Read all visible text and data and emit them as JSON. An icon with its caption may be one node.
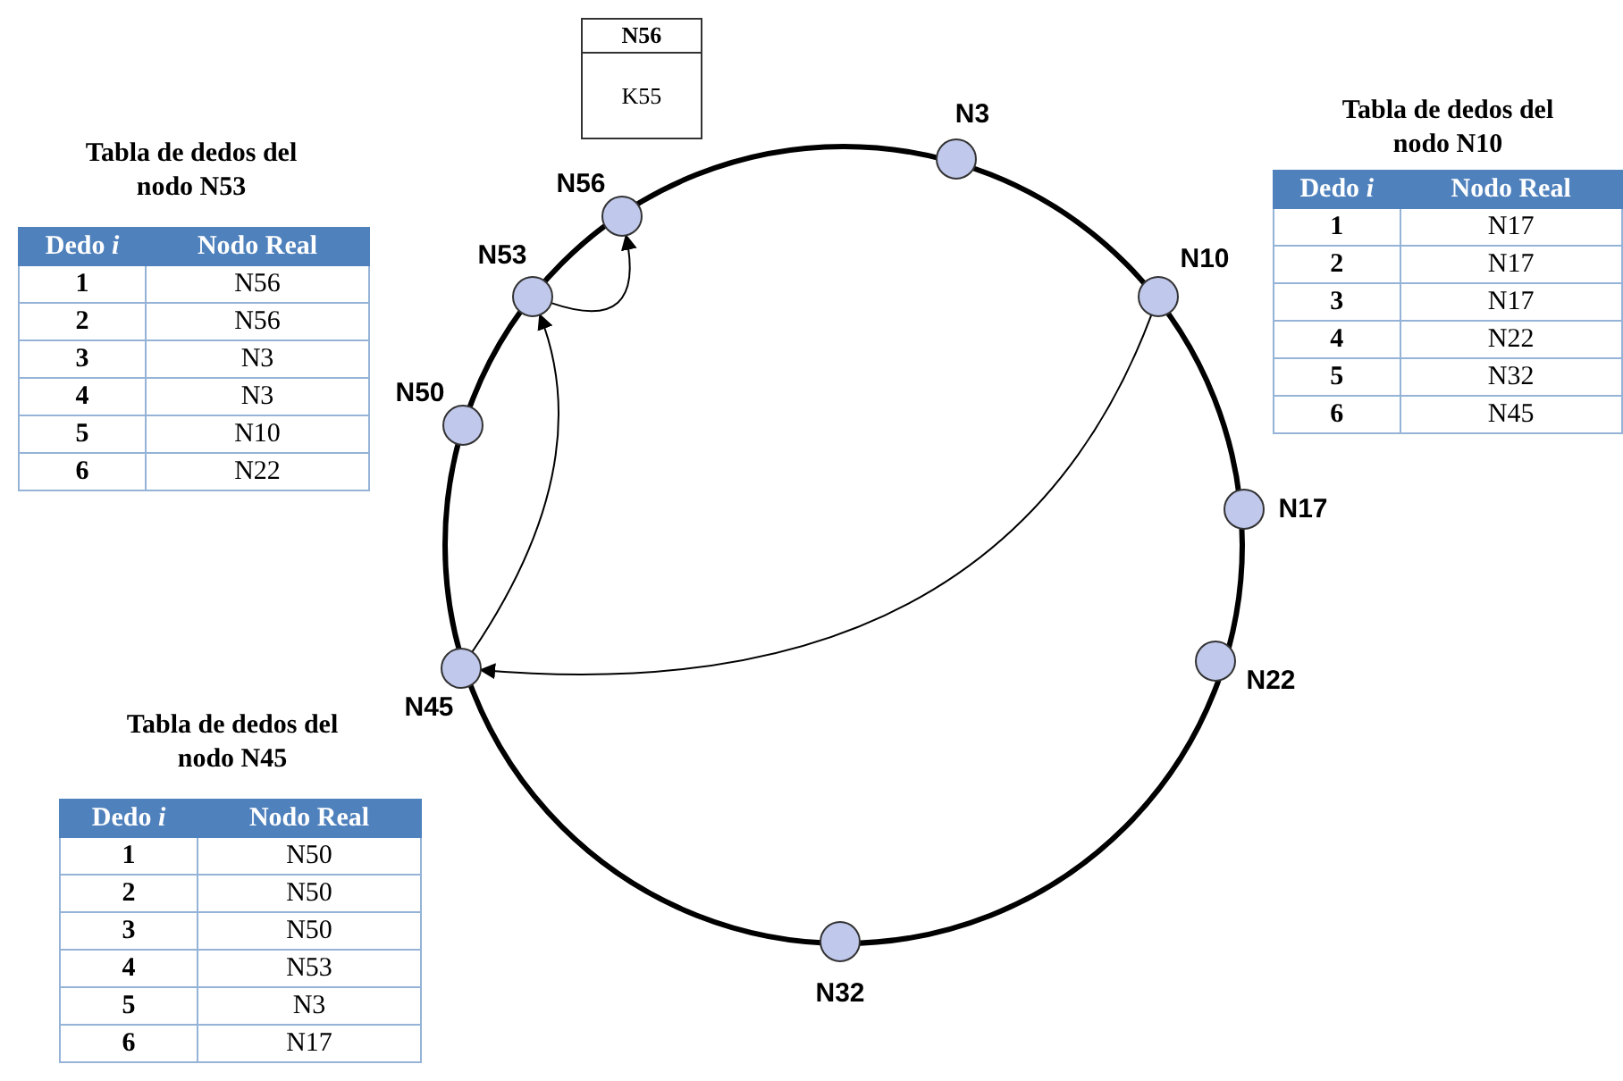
{
  "diagram": {
    "nodes": [
      {
        "text": [
          "N56",
          "K55"
        ]
      },
      {
        "text": [],
        "shape": "circle",
        "beside": [
          "N3"
        ]
      },
      {
        "text": [],
        "shape": "circle",
        "beside": [
          "N56"
        ]
      },
      {
        "text": [],
        "shape": "circle",
        "beside": [
          "N53"
        ]
      },
      {
        "text": [],
        "shape": "circle",
        "beside": [
          "N10"
        ]
      },
      {
        "text": [],
        "shape": "circle",
        "beside": [
          "N50"
        ]
      },
      {
        "text": [],
        "shape": "circle",
        "beside": [
          "N17"
        ]
      },
      {
        "text": [],
        "shape": "circle",
        "beside": [
          "N45"
        ]
      },
      {
        "text": [],
        "shape": "circle",
        "beside": [
          "N22"
        ]
      },
      {
        "text": [],
        "shape": "circle",
        "beside": [
          "N32"
        ]
      }
    ],
    "edges": [
      {
        "from": 4,
        "to": 7,
        "arrow": "to"
      },
      {
        "from": 7,
        "to": 3,
        "arrow": "to"
      },
      {
        "from": 3,
        "to": 2,
        "arrow": "to"
      }
    ],
    "labels": [
      "Tabla de dedos del nodo N53",
      "Dedo *i*",
      "Nodo Real",
      "1",
      "N56",
      "2",
      "N56",
      "3",
      "N3",
      "4",
      "N3",
      "5",
      "N10",
      "6",
      "N22",
      "Tabla de dedos del nodo N10",
      "Dedo *i*",
      "Nodo Real",
      "1",
      "N17",
      "2",
      "N17",
      "3",
      "N17",
      "4",
      "N22",
      "5",
      "N32",
      "6",
      "N45",
      "Tabla de dedos del nodo N45",
      "Dedo *i*",
      "Nodo Real",
      "1",
      "N50",
      "2",
      "N50",
      "3",
      "N50",
      "4",
      "N53",
      "5",
      "N3",
      "6",
      "N17"
    ]
  }
}
